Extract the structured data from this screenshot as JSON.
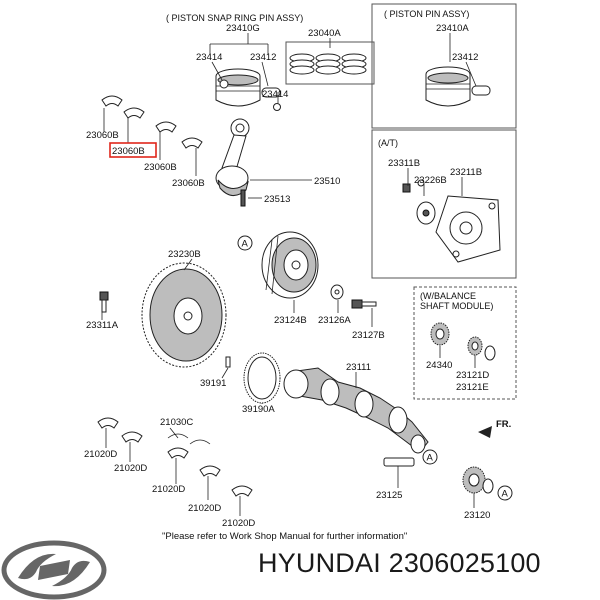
{
  "sections": {
    "piston_ring_title": "( PISTON  SNAP RING  PIN ASSY)",
    "piston_pin_title": "( PISTON  PIN ASSY)",
    "at_title": "(A/T)",
    "balance_title_1": "(W/BALANCE",
    "balance_title_2": "SHAFT MODULE)"
  },
  "parts": {
    "p23410G": "23410G",
    "p23040A": "23040A",
    "p23414a": "23414",
    "p23412a": "23412",
    "p23414b": "23414",
    "p23410A": "23410A",
    "p23412b": "23412",
    "p23060B_1": "23060B",
    "p23060B_hl": "23060B",
    "p23060B_2": "23060B",
    "p23060B_3": "23060B",
    "p23510": "23510",
    "p23513": "23513",
    "p23311B": "23311B",
    "p23226B": "23226B",
    "p23211B": "23211B",
    "p23230B": "23230B",
    "p23311A": "23311A",
    "p23124B": "23124B",
    "p23126A": "23126A",
    "p23127B": "23127B",
    "p24340": "24340",
    "p23121D": "23121D",
    "p23121E": "23121E",
    "p39191": "39191",
    "p39190A": "39190A",
    "p23111": "23111",
    "p21030C": "21030C",
    "p21020D_1": "21020D",
    "p21020D_2": "21020D",
    "p21020D_3": "21020D",
    "p21020D_4": "21020D",
    "p21020D_5": "21020D",
    "p23125": "23125",
    "p23120": "23120",
    "callout_A1": "A",
    "callout_A2": "A",
    "callout_A3": "A",
    "fr": "FR."
  },
  "footnote": "\"Please refer to Work Shop Manual for further information\"",
  "brand_line": "HYUNDAI 2306025100",
  "colors": {
    "highlight": "#e0261b",
    "ink": "#222222"
  }
}
